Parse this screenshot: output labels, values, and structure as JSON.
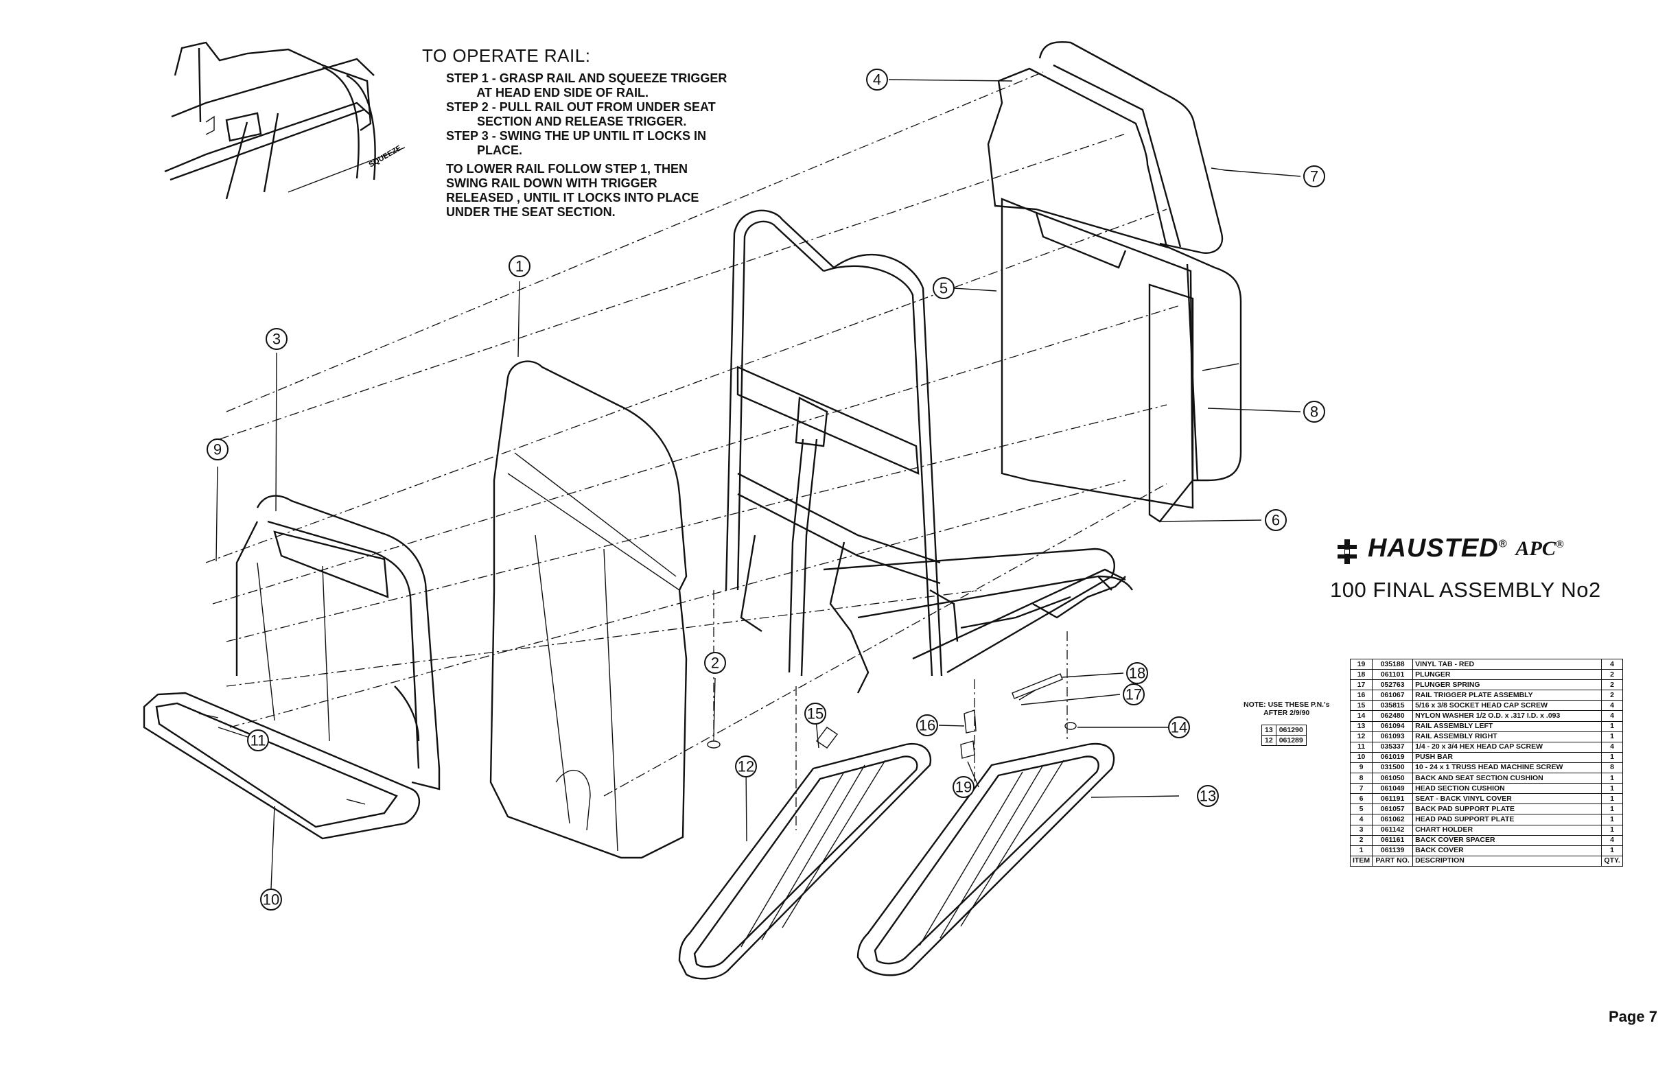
{
  "instructions": {
    "title": "TO OPERATE RAIL:",
    "steps": [
      "STEP 1 - GRASP RAIL AND SQUEEZE TRIGGER",
      "         AT HEAD END SIDE OF RAIL.",
      "STEP 2 - PULL RAIL OUT FROM UNDER SEAT",
      "         SECTION AND RELEASE TRIGGER.",
      "STEP 3 - SWING THE UP UNTIL IT LOCKS IN",
      "         PLACE."
    ],
    "lower": [
      "TO LOWER RAIL FOLLOW STEP 1, THEN",
      "SWING RAIL DOWN WITH TRIGGER",
      "RELEASED , UNTIL IT LOCKS INTO PLACE",
      "UNDER THE SEAT SECTION."
    ]
  },
  "inset_label": "SQUEEZE",
  "brand": {
    "name": "HAUSTED",
    "sub": "APC",
    "reg": "®"
  },
  "drawing_title": "100 FINAL ASSEMBLY No2",
  "page_label": "Page 7",
  "callouts": [
    "1",
    "2",
    "3",
    "4",
    "5",
    "6",
    "7",
    "8",
    "9",
    "10",
    "11",
    "12",
    "13",
    "14",
    "15",
    "16",
    "17",
    "18",
    "19"
  ],
  "note": {
    "text": [
      "NOTE: USE THESE P.N.'s",
      "AFTER 2/9/90"
    ],
    "rows": [
      {
        "item": "13",
        "part": "061290"
      },
      {
        "item": "12",
        "part": "061289"
      }
    ]
  },
  "parts_table": {
    "headers": {
      "item": "ITEM",
      "part": "PART NO.",
      "description": "DESCRIPTION",
      "qty": "QTY."
    },
    "rows": [
      {
        "item": "19",
        "part": "035188",
        "description": "VINYL TAB - RED",
        "qty": "4"
      },
      {
        "item": "18",
        "part": "061101",
        "description": "PLUNGER",
        "qty": "2"
      },
      {
        "item": "17",
        "part": "052763",
        "description": "PLUNGER SPRING",
        "qty": "2"
      },
      {
        "item": "16",
        "part": "061067",
        "description": "RAIL TRIGGER PLATE ASSEMBLY",
        "qty": "2"
      },
      {
        "item": "15",
        "part": "035815",
        "description": "5/16 x 3/8 SOCKET HEAD CAP SCREW",
        "qty": "4"
      },
      {
        "item": "14",
        "part": "062480",
        "description": "NYLON WASHER 1/2 O.D. x .317 I.D. x .093",
        "qty": "4"
      },
      {
        "item": "13",
        "part": "061094",
        "description": "RAIL ASSEMBLY LEFT",
        "qty": "1"
      },
      {
        "item": "12",
        "part": "061093",
        "description": "RAIL ASSEMBLY RIGHT",
        "qty": "1"
      },
      {
        "item": "11",
        "part": "035337",
        "description": "1/4 - 20 x 3/4 HEX HEAD CAP SCREW",
        "qty": "4"
      },
      {
        "item": "10",
        "part": "061019",
        "description": "PUSH BAR",
        "qty": "1"
      },
      {
        "item": "9",
        "part": "031500",
        "description": "10 - 24 x 1 TRUSS HEAD MACHINE SCREW",
        "qty": "8"
      },
      {
        "item": "8",
        "part": "061050",
        "description": "BACK AND SEAT SECTION CUSHION",
        "qty": "1"
      },
      {
        "item": "7",
        "part": "061049",
        "description": "HEAD SECTION CUSHION",
        "qty": "1"
      },
      {
        "item": "6",
        "part": "061191",
        "description": "SEAT - BACK VINYL COVER",
        "qty": "1"
      },
      {
        "item": "5",
        "part": "061057",
        "description": "BACK PAD SUPPORT PLATE",
        "qty": "1"
      },
      {
        "item": "4",
        "part": "061062",
        "description": "HEAD PAD SUPPORT PLATE",
        "qty": "1"
      },
      {
        "item": "3",
        "part": "061142",
        "description": "CHART HOLDER",
        "qty": "1"
      },
      {
        "item": "2",
        "part": "061161",
        "description": "BACK COVER SPACER",
        "qty": "4"
      },
      {
        "item": "1",
        "part": "061139",
        "description": "BACK COVER",
        "qty": "1"
      }
    ]
  }
}
